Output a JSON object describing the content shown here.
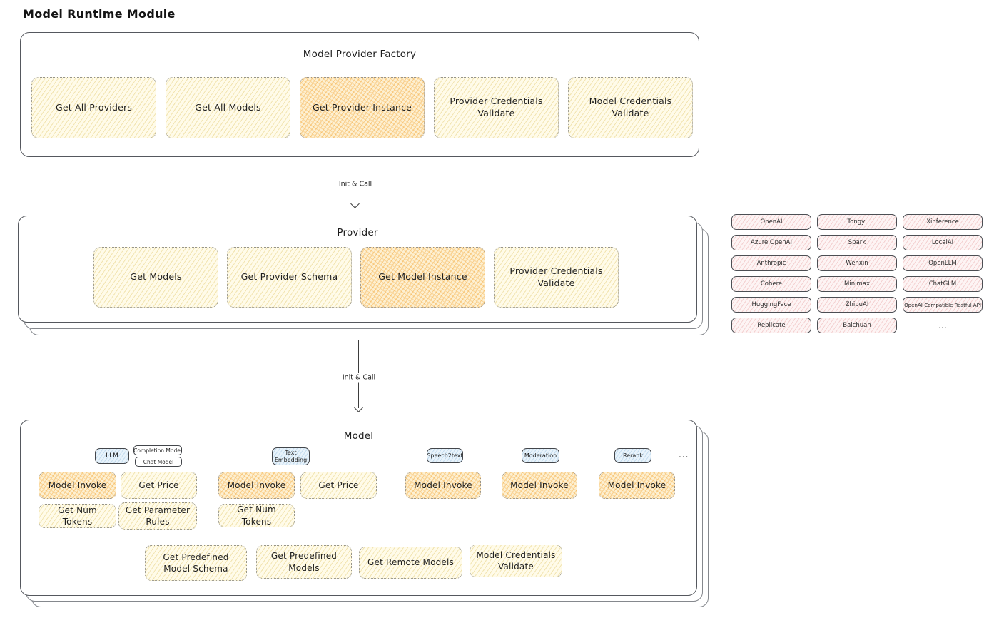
{
  "page_title": "Model Runtime Module",
  "colors": {
    "yellow_fill": "#fffbe9",
    "yellow_hatch": "#e0c464",
    "orange_fill": "#fdf0d2",
    "orange_hatch": "#f3a635",
    "pink_fill": "#fdf4f4",
    "pink_hatch": "#e08080",
    "blue_fill": "#e8f3fb",
    "blue_hatch": "#78aad7",
    "stroke": "#43464b"
  },
  "arrows": {
    "factory_to_provider_label": "Init & Call",
    "provider_to_model_label": "Init & Call"
  },
  "factory": {
    "title": "Model Provider Factory",
    "buttons": [
      {
        "label": "Get All Providers",
        "variant": "yellow"
      },
      {
        "label": "Get All Models",
        "variant": "yellow"
      },
      {
        "label": "Get Provider Instance",
        "variant": "orange"
      },
      {
        "label": "Provider Credentials Validate",
        "variant": "yellow"
      },
      {
        "label": "Model Credentials Validate",
        "variant": "yellow"
      }
    ]
  },
  "provider": {
    "title": "Provider",
    "buttons": [
      {
        "label": "Get Models",
        "variant": "yellow"
      },
      {
        "label": "Get Provider Schema",
        "variant": "yellow"
      },
      {
        "label": "Get Model Instance",
        "variant": "orange"
      },
      {
        "label": "Provider Credentials Validate",
        "variant": "yellow"
      }
    ]
  },
  "providers_list": {
    "items": [
      "OpenAI",
      "Tongyi",
      "Xinference",
      "Azure OpenAI",
      "Spark",
      "LocalAI",
      "Anthropic",
      "Wenxin",
      "OpenLLM",
      "Cohere",
      "Minimax",
      "ChatGLM",
      "HuggingFace",
      "ZhipuAI",
      "OpenAI-Compatible Restful API",
      "Replicate",
      "Baichuan"
    ],
    "more": "..."
  },
  "model": {
    "title": "Model",
    "tabs": {
      "llm": "LLM",
      "completion_model": "Completion Model",
      "chat_model": "Chat Model",
      "text_embedding": "Text Embedding",
      "speech2text": "Speech2text",
      "moderation": "Moderation",
      "rerank": "Rerank",
      "more": "..."
    },
    "llm_buttons": [
      "Model Invoke",
      "Get Price",
      "Get Num Tokens",
      "Get Parameter Rules"
    ],
    "text_embedding_buttons": [
      "Model Invoke",
      "Get Price",
      "Get Num Tokens"
    ],
    "speech2text_buttons": [
      "Model Invoke"
    ],
    "moderation_buttons": [
      "Model Invoke"
    ],
    "rerank_buttons": [
      "Model Invoke"
    ],
    "shared_buttons": [
      "Get Predefined Model Schema",
      "Get Predefined Models",
      "Get Remote Models",
      "Model Credentials Validate"
    ]
  }
}
